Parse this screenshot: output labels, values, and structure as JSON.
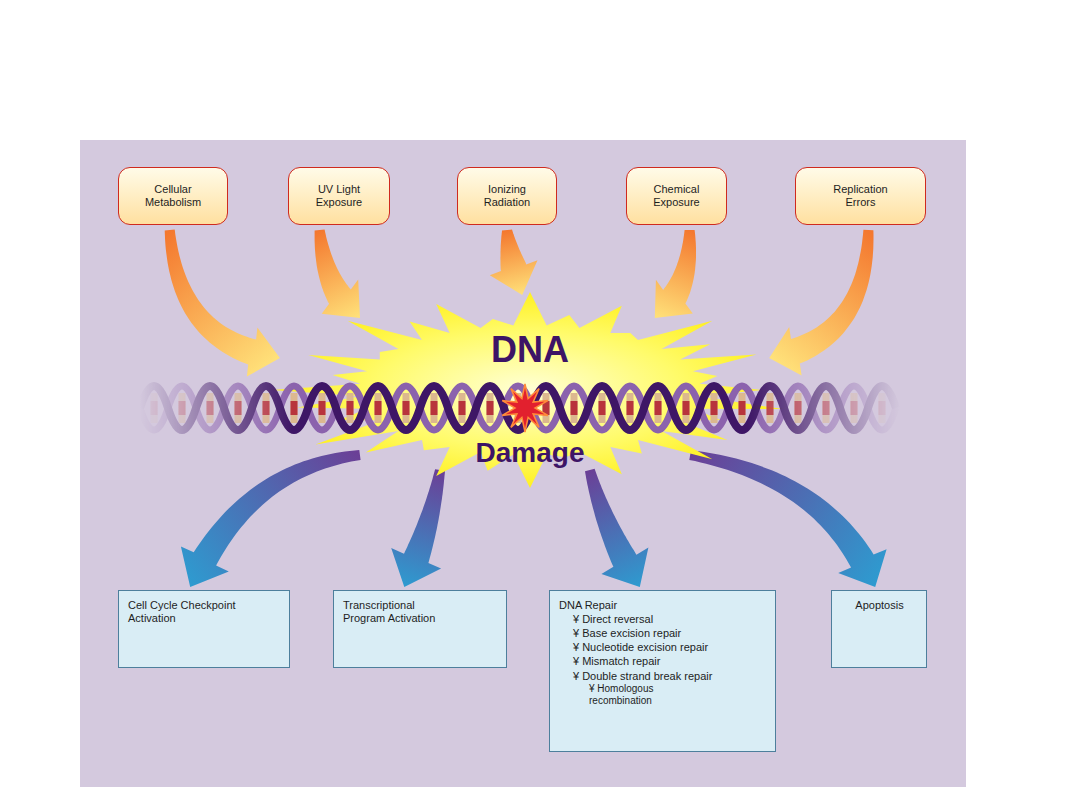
{
  "diagram": {
    "nodes": [
      {
        "text": [
          "Cellular Metabolism"
        ]
      },
      {
        "text": [
          "UV Light Exposure"
        ]
      },
      {
        "text": [
          "Ionizing Radiation"
        ]
      },
      {
        "text": [
          "Chemical Exposure"
        ]
      },
      {
        "text": [
          "Replication Errors"
        ]
      },
      {
        "text": [
          "DNA",
          "Damage"
        ]
      },
      {
        "text": [
          "Cell Cycle Checkpoint Activation"
        ]
      },
      {
        "text": [
          "Transcriptional Program Activation"
        ]
      },
      {
        "text": [
          "DNA Repair",
          "¥ Direct reversal",
          "¥ Base excision repair",
          "¥ Nucleotide excision repair",
          "¥ Mismatch repair",
          "¥ Double strand break repair",
          "¥ Homologous recombination"
        ]
      },
      {
        "text": [
          "Apoptosis"
        ]
      }
    ],
    "edges": [
      {
        "from": 0,
        "to": 5,
        "arrow": "to"
      },
      {
        "from": 1,
        "to": 5,
        "arrow": "to"
      },
      {
        "from": 2,
        "to": 5,
        "arrow": "to"
      },
      {
        "from": 3,
        "to": 5,
        "arrow": "to"
      },
      {
        "from": 4,
        "to": 5,
        "arrow": "to"
      },
      {
        "from": 5,
        "to": 6,
        "arrow": "to"
      },
      {
        "from": 5,
        "to": 7,
        "arrow": "to"
      },
      {
        "from": 5,
        "to": 8,
        "arrow": "to"
      },
      {
        "from": 5,
        "to": 9,
        "arrow": "to"
      }
    ]
  }
}
